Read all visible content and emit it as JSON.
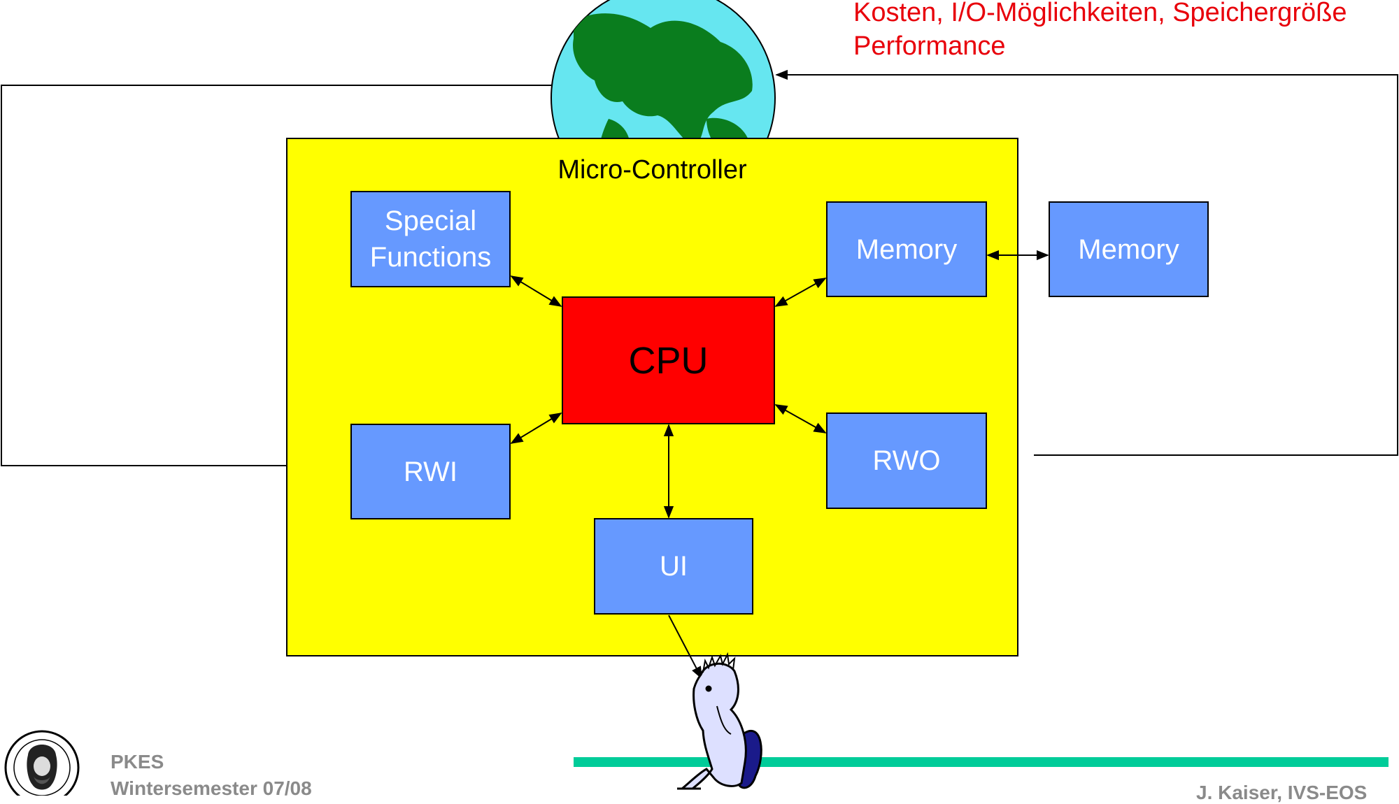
{
  "notice": {
    "line1": "Kosten, I/O-Möglichkeiten, Speichergröße",
    "line2": "Performance",
    "color": "#e8000a"
  },
  "diagram": {
    "container_label": "Micro-Controller",
    "cpu_label": "CPU",
    "special_functions_label": "Special\nFunctions",
    "memory_internal_label": "Memory",
    "memory_external_label": "Memory",
    "rwi_label": "RWI",
    "rwo_label": "RWO",
    "ui_label": "UI",
    "colors": {
      "container": "#ffff00",
      "block": "#6699ff",
      "cpu": "#ff0000",
      "footer_bar": "#00cc99",
      "globe_ocean": "#66e6f0",
      "globe_land": "#0a7d1e"
    },
    "icons": {
      "globe": "earth-globe-icon",
      "user": "thinking-person-icon",
      "logo": "university-seal-icon"
    }
  },
  "footer": {
    "course": "PKES",
    "semester": "Wintersemester 07/08",
    "author": "J. Kaiser, IVS-EOS"
  }
}
